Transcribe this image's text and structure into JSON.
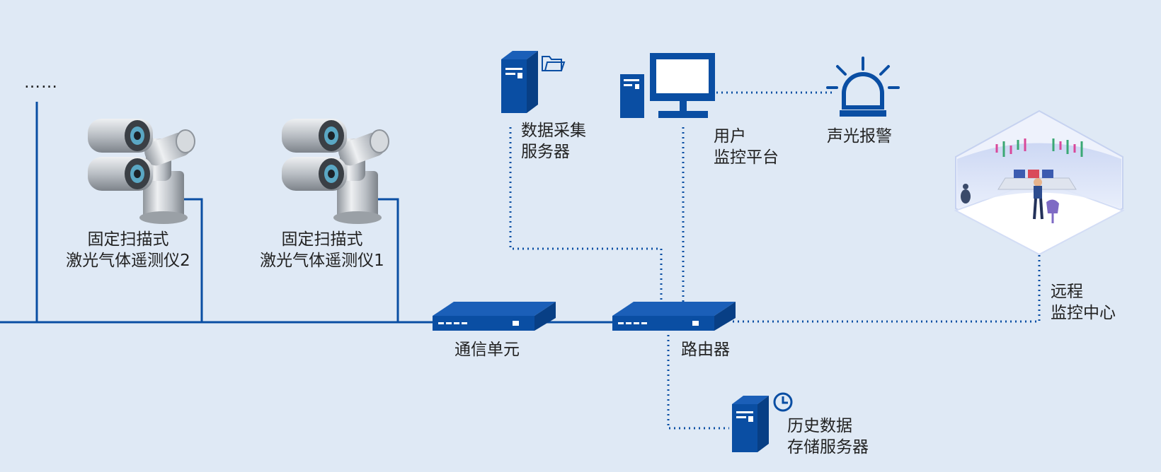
{
  "colors": {
    "accent": "#0a4ea3",
    "background": "#dfe9f5",
    "text": "#222222",
    "device_metal": "#c9cdd2"
  },
  "more_indicator": "……",
  "devices": {
    "sensor_2": {
      "line1": "固定扫描式",
      "line2": "激光气体遥测仪2"
    },
    "sensor_1": {
      "line1": "固定扫描式",
      "line2": "激光气体遥测仪1"
    },
    "comm_unit": {
      "label": "通信单元"
    },
    "router": {
      "label": "路由器"
    },
    "data_server": {
      "line1": "数据采集",
      "line2": "服务器"
    },
    "user_platform": {
      "line1": "用户",
      "line2": "监控平台"
    },
    "alarm": {
      "label": "声光报警"
    },
    "remote_center": {
      "line1": "远程",
      "line2": "监控中心"
    },
    "history_server": {
      "line1": "历史数据",
      "line2": "存储服务器"
    }
  }
}
